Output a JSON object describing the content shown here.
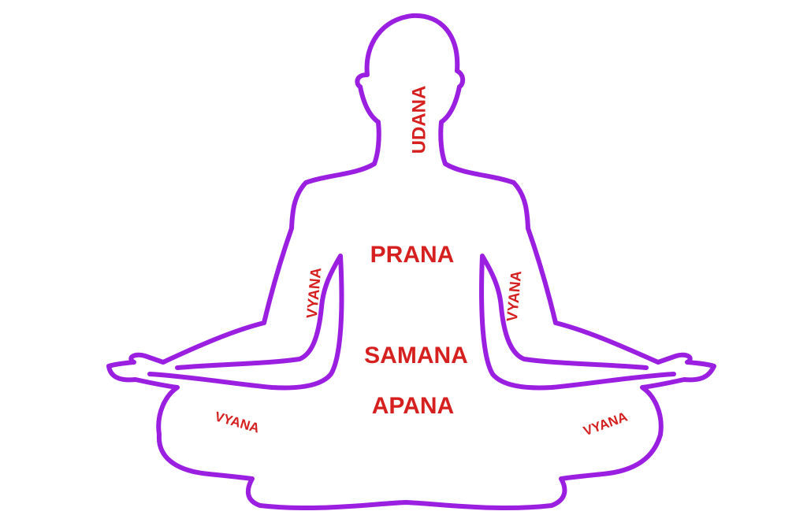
{
  "colors": {
    "outline": "#9b1fe0",
    "label": "#d5201f",
    "background": "#ffffff"
  },
  "labels": {
    "udana": "UDANA",
    "prana": "PRANA",
    "samana": "SAMANA",
    "apana": "APANA",
    "vyana_left_arm": "VYANA",
    "vyana_right_arm": "VYANA",
    "vyana_left_leg": "VYANA",
    "vyana_right_leg": "VYANA"
  }
}
